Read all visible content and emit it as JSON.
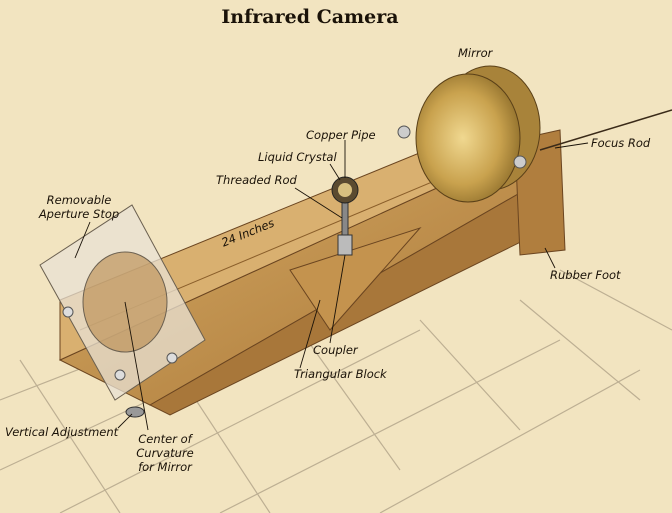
{
  "title": "Infrared Camera",
  "labels": {
    "mirror": "Mirror",
    "copper_pipe": "Copper Pipe",
    "liquid_crystal": "Liquid Crystal",
    "threaded_rod": "Threaded Rod",
    "focus_rod": "Focus Rod",
    "aperture_1": "Removable",
    "aperture_2": "Aperture Stop",
    "length": "24 Inches",
    "rubber_foot": "Rubber Foot",
    "coupler": "Coupler",
    "triangular_block": "Triangular Block",
    "vertical_adjustment": "Vertical Adjustment",
    "center_1": "Center of",
    "center_2": "Curvature",
    "center_3": "for Mirror"
  },
  "colors": {
    "background": "#f2e4c0",
    "wood": "#c99a52",
    "wood_dark": "#8a5e2a",
    "brass": "#c9a24e",
    "tile_line": "#a89a80"
  }
}
